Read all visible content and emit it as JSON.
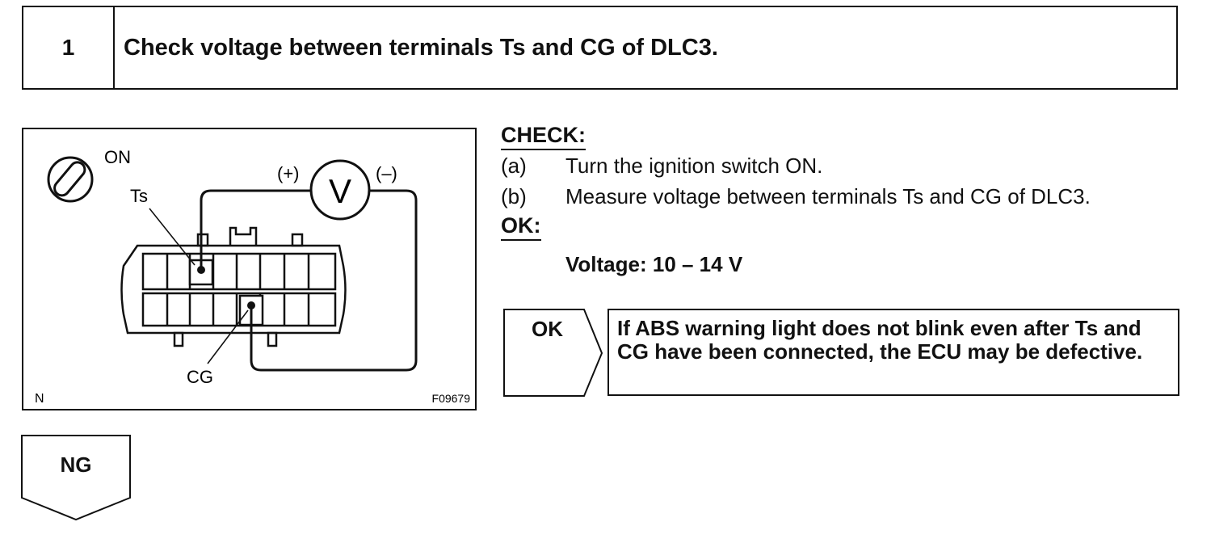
{
  "step": {
    "number": "1",
    "title": "Check voltage between terminals Ts and CG of DLC3."
  },
  "figure": {
    "ignition_label": "ON",
    "ts_label": "Ts",
    "cg_label": "CG",
    "plus_label": "(+)",
    "minus_label": "(–)",
    "meter_symbol": "V",
    "corner_label": "N",
    "figure_code": "F09679"
  },
  "check": {
    "heading": "CHECK:",
    "steps": [
      {
        "letter": "(a)",
        "text": "Turn the ignition switch ON."
      },
      {
        "letter": "(b)",
        "text": "Measure voltage between terminals Ts and CG of DLC3."
      }
    ]
  },
  "ok": {
    "heading": "OK:",
    "spec": "Voltage: 10 – 14 V",
    "tag": "OK",
    "result": "If ABS warning light does not blink even after Ts and CG have been connected, the ECU may be defective."
  },
  "ng": {
    "tag": "NG"
  }
}
